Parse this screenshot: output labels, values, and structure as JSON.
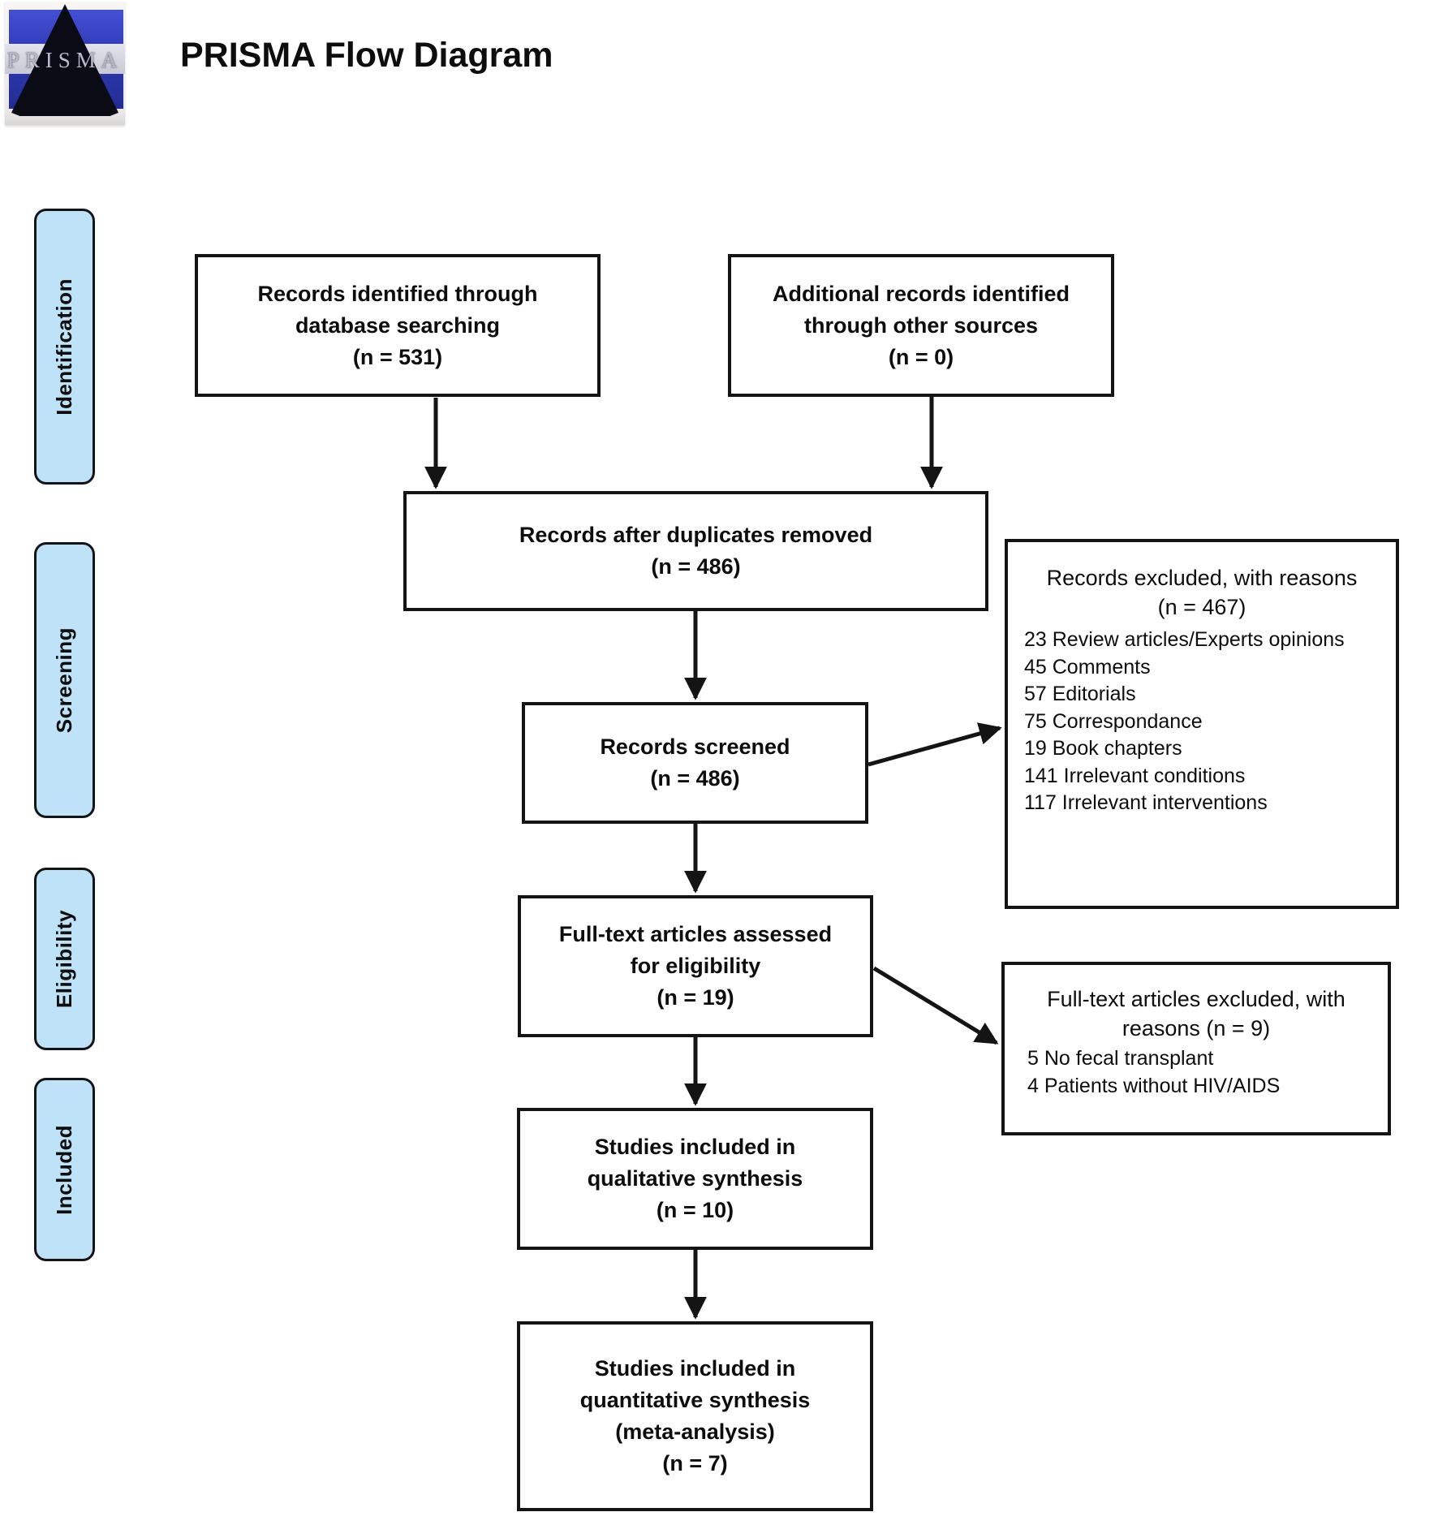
{
  "header": {
    "title": "PRISMA Flow Diagram",
    "logo_text": "PRISMA"
  },
  "colors": {
    "stage_fill": "#bee2f8",
    "box_border": "#141414",
    "logo_blue": "#2e39b4",
    "logo_triangle": "#0b0b16"
  },
  "stages": {
    "identification": "Identification",
    "screening": "Screening",
    "eligibility": "Eligibility",
    "included": "Included"
  },
  "flow": {
    "records_identified": {
      "lines": [
        "Records identified through",
        "database searching",
        "(n = 531)"
      ]
    },
    "additional_records": {
      "lines": [
        "Additional records identified",
        "through other sources",
        "(n = 0)"
      ]
    },
    "duplicates_removed": {
      "lines": [
        "Records after duplicates removed",
        "(n = 486)"
      ]
    },
    "records_screened": {
      "lines": [
        "Records screened",
        "(n = 486)"
      ]
    },
    "fulltext_assessed": {
      "lines": [
        "Full-text articles assessed",
        "for eligibility",
        "(n = 19)"
      ]
    },
    "qualitative": {
      "lines": [
        "Studies included in",
        "qualitative synthesis",
        "(n = 10)"
      ]
    },
    "quantitative": {
      "lines": [
        "Studies included in",
        "quantitative synthesis",
        "(meta-analysis)",
        "(n = 7)"
      ]
    }
  },
  "exclusions": {
    "records_excluded": {
      "title_lines": [
        "Records excluded, with reasons",
        "(n = 467)"
      ],
      "items": [
        "23 Review articles/Experts opinions",
        "45 Comments",
        "57 Editorials",
        "75 Correspondance",
        "19 Book chapters",
        "141 Irrelevant conditions",
        "117 Irrelevant interventions"
      ]
    },
    "fulltext_excluded": {
      "title_lines": [
        "Full-text articles excluded, with",
        "reasons (n = 9)"
      ],
      "items": [
        "5 No fecal transplant",
        "4 Patients without HIV/AIDS"
      ]
    }
  }
}
